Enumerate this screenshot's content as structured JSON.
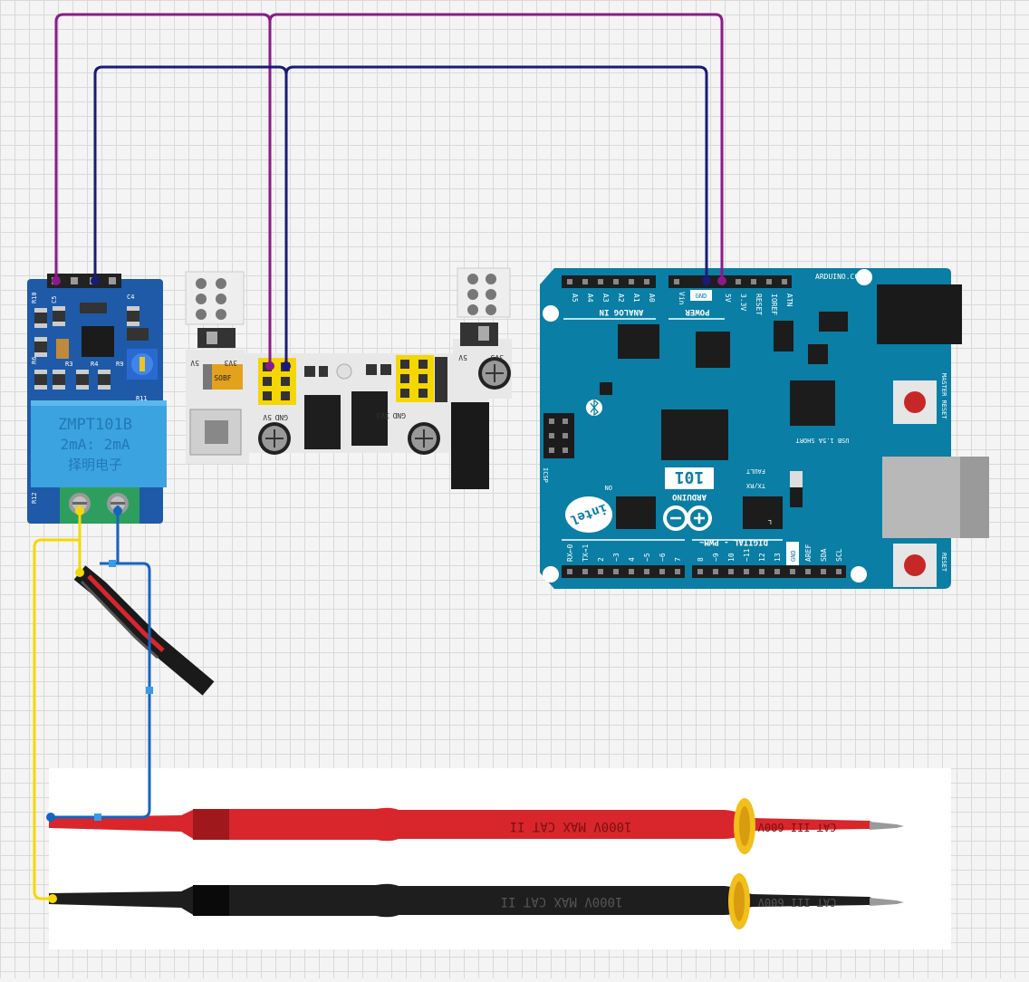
{
  "zmpt_module": {
    "line1": "ZMPT101B",
    "line2": "2mA: 2mA",
    "line3": "择明电子",
    "silk_labels": [
      "R10",
      "C5",
      "R6",
      "C4",
      "R11",
      "R3",
      "R4",
      "R9",
      "R12"
    ]
  },
  "power_module": {
    "pin_labels": [
      "3V3",
      "5V",
      "GND",
      "5V",
      "GND",
      "3V3",
      "3V3",
      "5V"
    ],
    "chip_label": "SOBF"
  },
  "arduino": {
    "brand_url": "ARDUINO.CC",
    "model": "101",
    "brand": "ARDUINO",
    "analog_header": "ANALOG IN",
    "analog_pins": [
      "A5",
      "A4",
      "A3",
      "A2",
      "A1",
      "A0"
    ],
    "power_header": "POWER",
    "power_pins": [
      "Vin",
      "GND",
      "5V",
      "3.3V",
      "RESET",
      "IOREF",
      "ATN"
    ],
    "digital_header": "DIGITAL - PWM~",
    "digital_pins": [
      "RX←0",
      "TX→1",
      "2",
      "~3",
      "4",
      "~5",
      "~6",
      "7",
      "8",
      "~9",
      "10",
      "~11",
      "12",
      "13",
      "GND",
      "AREF",
      "SDA",
      "SCL"
    ],
    "icsp": "ICSP",
    "on": "ON",
    "fault": "FAULT",
    "txrx": "TX/RX",
    "l": "L",
    "usb_note": "USB 1.5A SHORT",
    "master_reset": "MASTER RESET",
    "reset": "RESET",
    "intel": "intel"
  },
  "probes": {
    "red_text": "1000V MAX CAT II",
    "red_tip_text": "CAT III 600V",
    "black_text": "1000V MAX CAT II",
    "black_tip_text": "CAT III 600V"
  },
  "colors": {
    "grid_bg": "#f4f4f4",
    "wire_purple": "#8b1a8b",
    "wire_navy": "#1a1a7a",
    "wire_yellow": "#f5d800",
    "wire_blue": "#1565c0",
    "board_blue": "#0a7ea4",
    "module_blue": "#1e5aa8"
  }
}
